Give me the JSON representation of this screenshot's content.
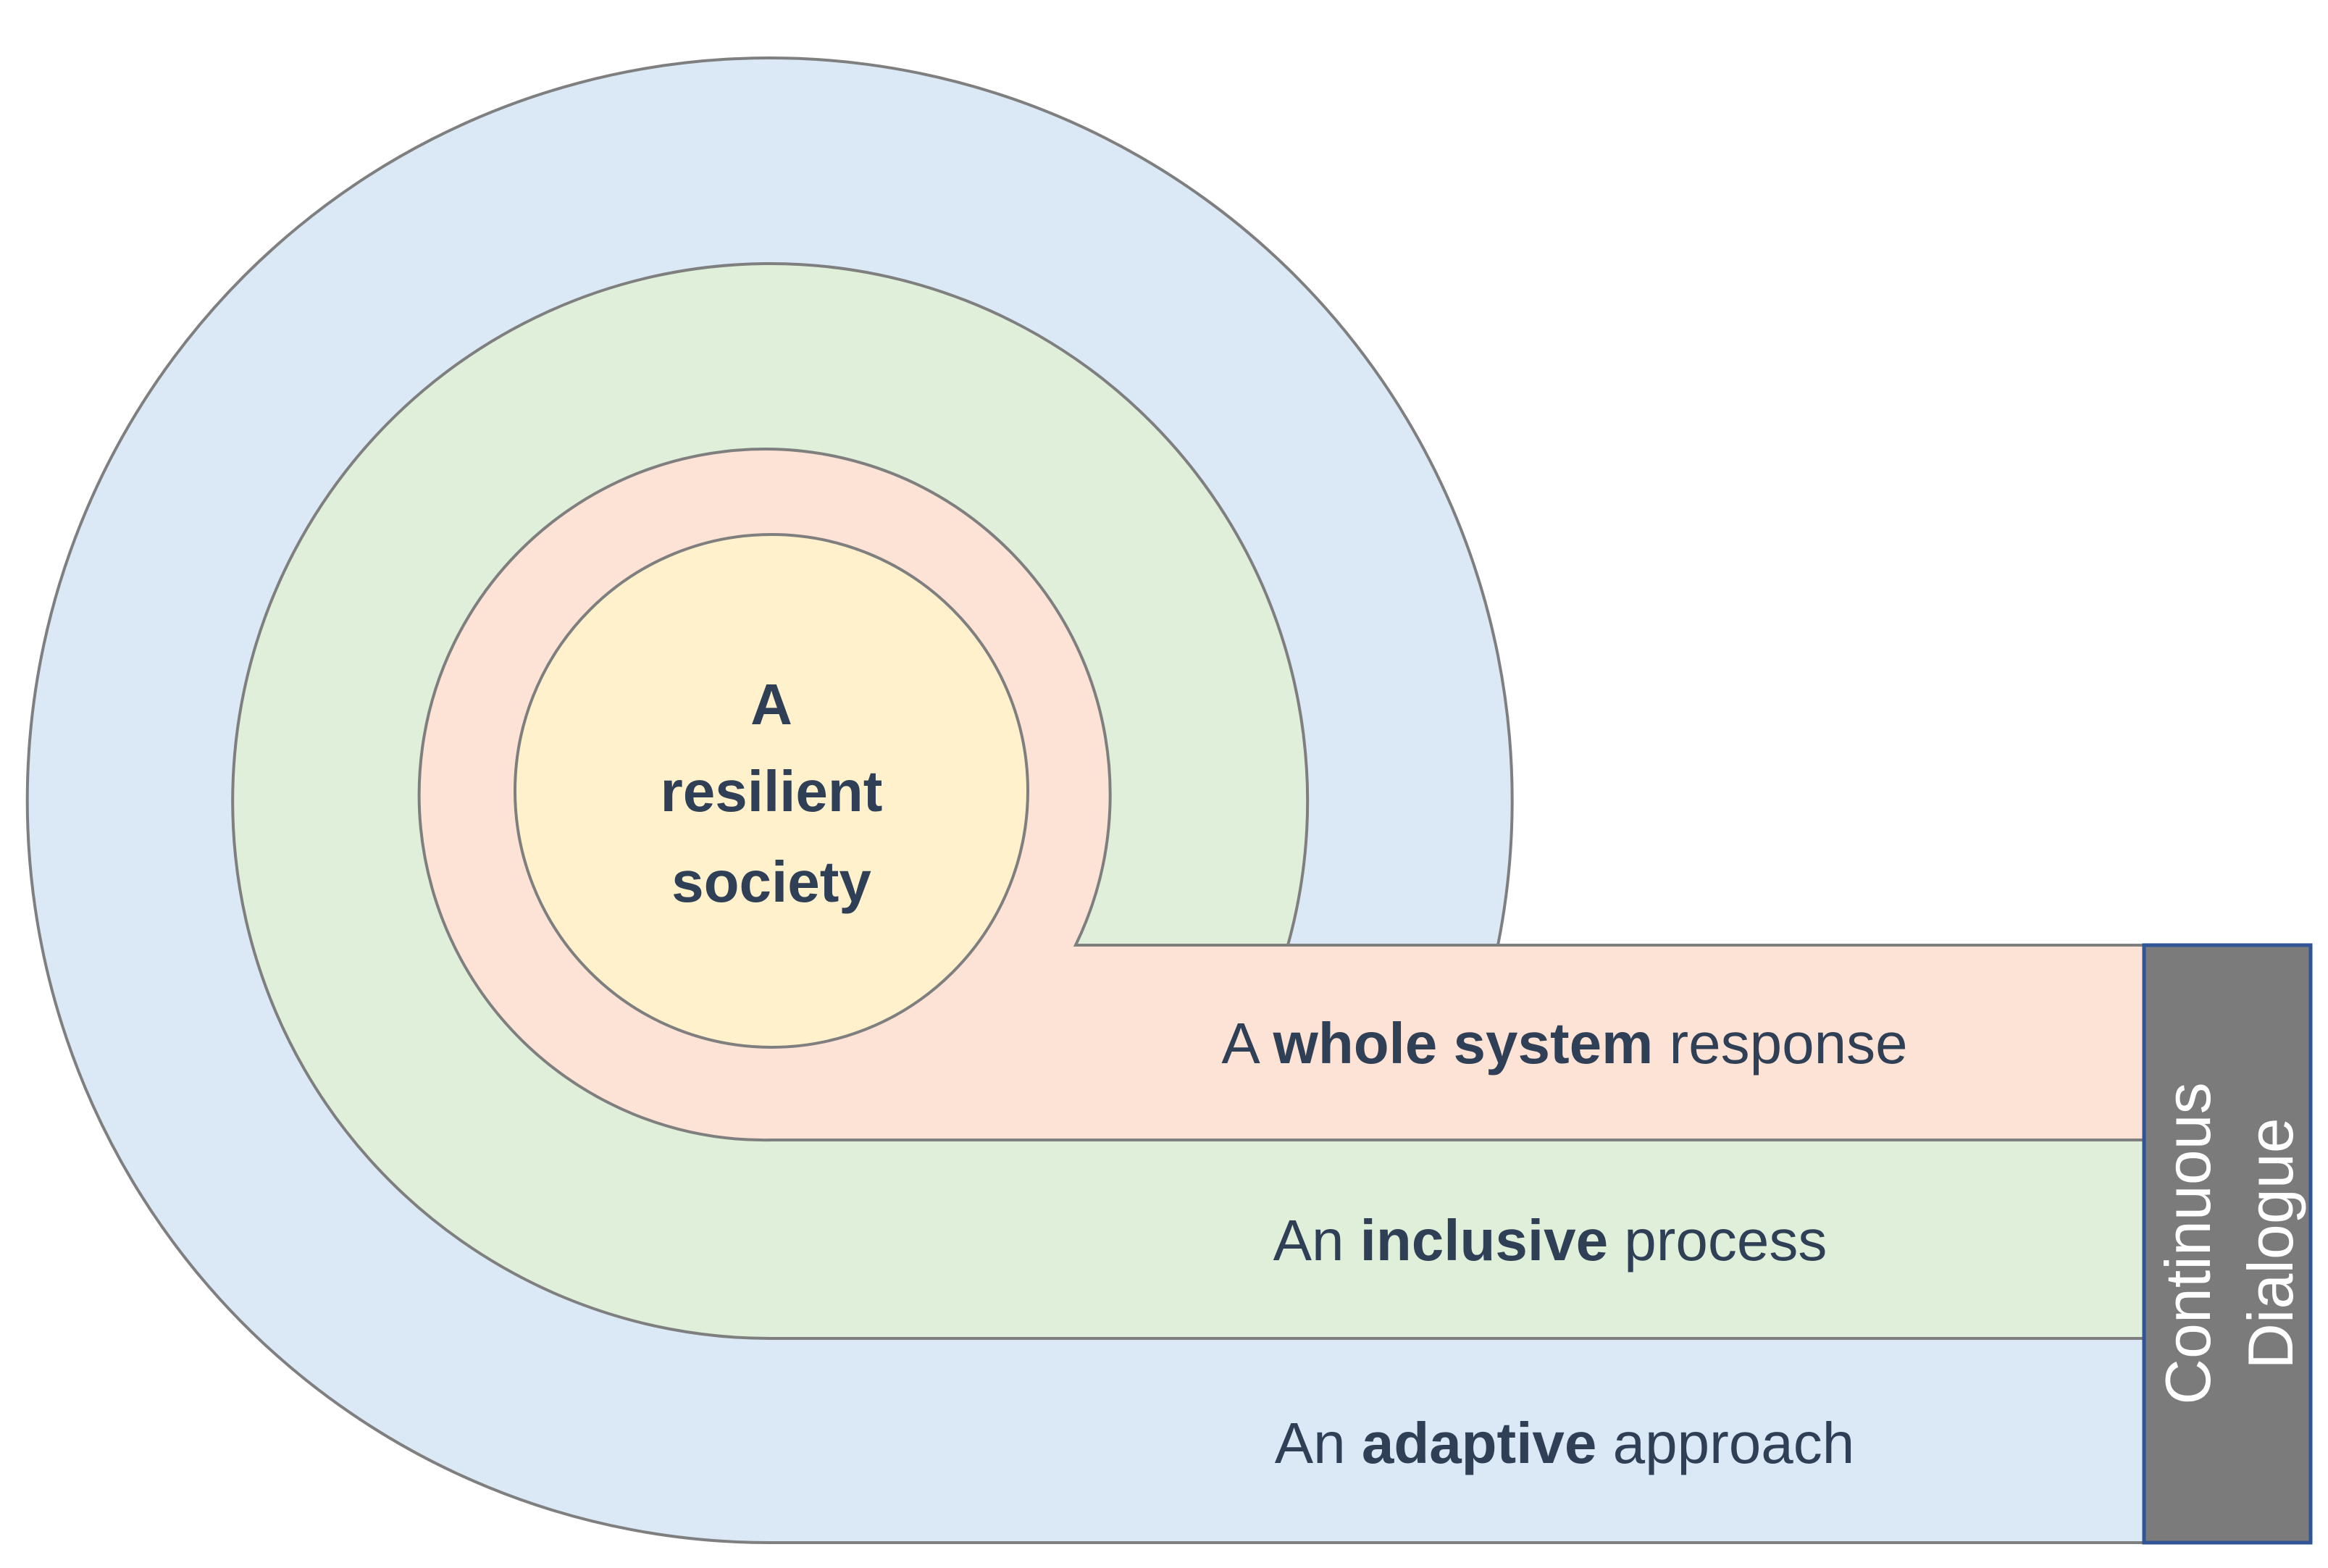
{
  "core": {
    "line1": "A",
    "line2": "resilient",
    "line3": "society"
  },
  "layers": [
    {
      "prefix": "A ",
      "emphasis": "whole system",
      "suffix": " response",
      "color": "#fde3d5"
    },
    {
      "prefix": "An ",
      "emphasis": "inclusive",
      "suffix": " process",
      "color": "#e0efd9"
    },
    {
      "prefix": "An ",
      "emphasis": "adaptive",
      "suffix": " approach",
      "color": "#dbe9f6"
    }
  ],
  "side_bar": {
    "line1": "Continuous",
    "line2": "Dialogue",
    "color": "#7b7b7b",
    "border_color": "#2f5597"
  },
  "colors": {
    "core": "#fff1cc",
    "text": "#2f3f56",
    "outline": "#7f7f7f"
  }
}
